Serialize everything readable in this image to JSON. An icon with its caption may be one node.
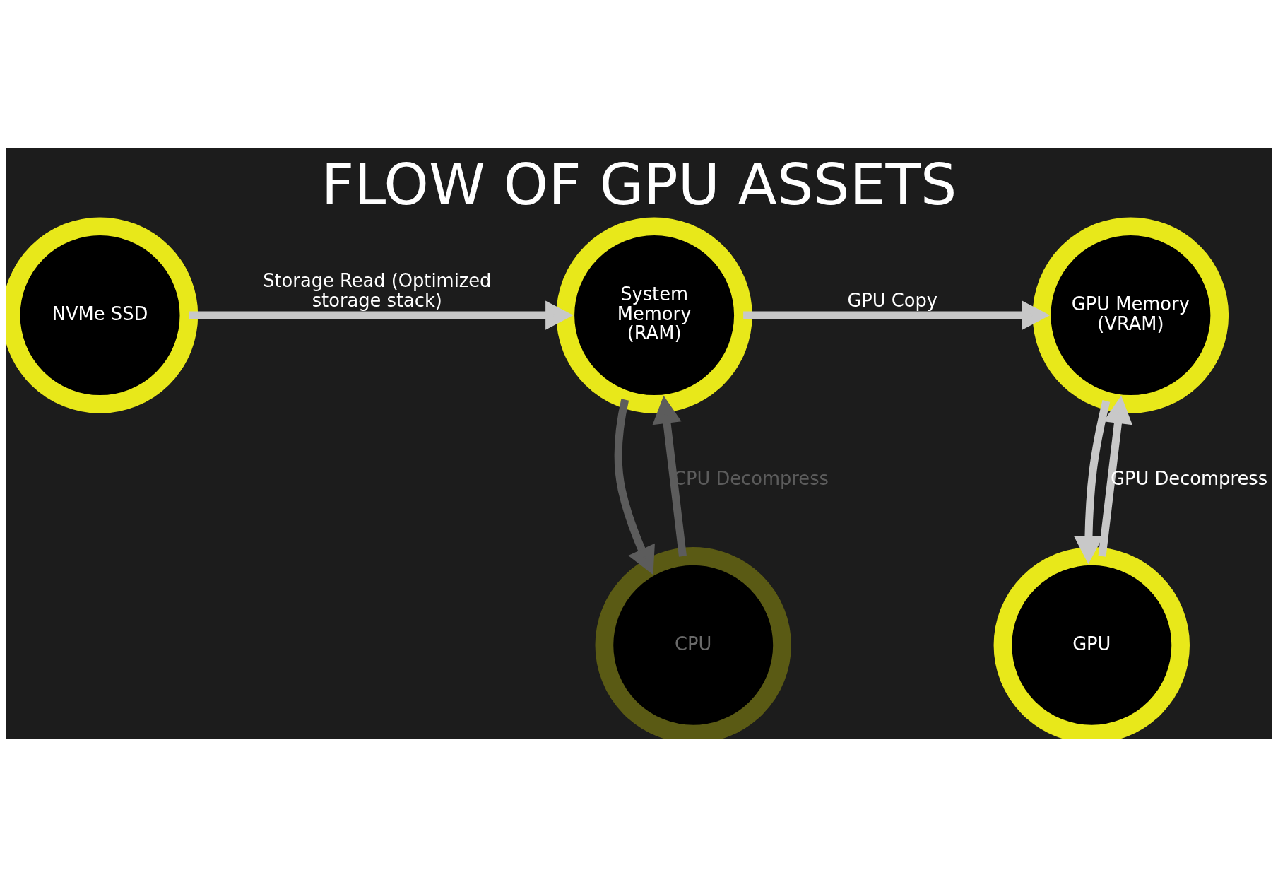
{
  "diagram": {
    "title": "FLOW OF GPU ASSETS",
    "nodes": [
      {
        "text": [
          "NVMe SSD"
        ]
      },
      {
        "text": [
          "System Memory (RAM)"
        ]
      },
      {
        "text": [
          "GPU Memory (VRAM)"
        ]
      },
      {
        "text": [
          "CPU"
        ]
      },
      {
        "text": [
          "GPU"
        ]
      }
    ],
    "edges": [
      {
        "from": 0,
        "to": 1,
        "arrow": "to",
        "label": "Storage Read (Optimized storage stack)"
      },
      {
        "from": 1,
        "to": 2,
        "arrow": "to",
        "label": "GPU Copy"
      },
      {
        "from": 1,
        "to": 3,
        "arrow": "to",
        "color": "#5c5c5c"
      },
      {
        "from": 3,
        "to": 1,
        "arrow": "to",
        "label": "CPU Decompress",
        "color": "#5c5c5c"
      },
      {
        "from": 2,
        "to": 4,
        "arrow": "to"
      },
      {
        "from": 4,
        "to": 2,
        "arrow": "to",
        "label": "GPU Decompress"
      }
    ]
  }
}
